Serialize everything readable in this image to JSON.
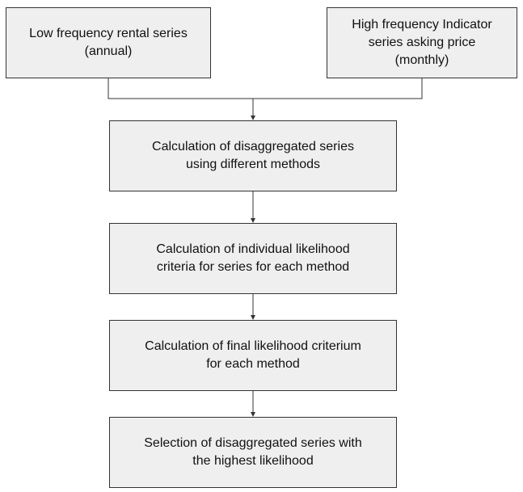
{
  "diagram": {
    "nodes": [
      {
        "id": "low",
        "label": "Low frequency rental series\n(annual)"
      },
      {
        "id": "high",
        "label": "High frequency Indicator\nseries asking price\n(monthly)"
      },
      {
        "id": "calc",
        "label": "Calculation of disaggregated series\nusing different methods"
      },
      {
        "id": "indiv",
        "label": "Calculation of individual likelihood\ncriteria for series for each method"
      },
      {
        "id": "final",
        "label": "Calculation of final likelihood criterium\nfor each method"
      },
      {
        "id": "select",
        "label": "Selection of disaggregated series with\nthe highest likelihood"
      }
    ],
    "edges": [
      {
        "from": "low",
        "to": "calc"
      },
      {
        "from": "high",
        "to": "calc"
      },
      {
        "from": "calc",
        "to": "indiv"
      },
      {
        "from": "indiv",
        "to": "final"
      },
      {
        "from": "final",
        "to": "select"
      }
    ]
  }
}
